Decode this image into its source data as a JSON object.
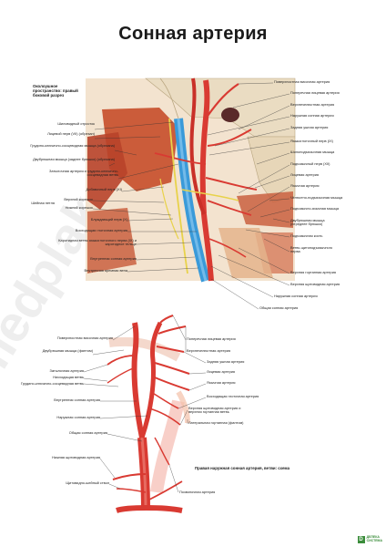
{
  "title": "Сонная артерия",
  "space_label": "Околоушное пространство: правый боковой разрез",
  "scheme_label": "Правая наружная сонная артерия, ветви: схема",
  "watermark": "medplakat.ru",
  "logo": {
    "mark": "D",
    "line1": "ДЕЛЕКА",
    "line2": "СИСТЕМА"
  },
  "colors": {
    "artery": "#d93a32",
    "vein": "#3a9ad9",
    "muscle": "#c8502e",
    "bone": "#eadcc2",
    "nerve": "#e8d24a"
  },
  "top_left_labels": [
    "Шиловидный отросток",
    "Лицевой нерв (VII) (обрезан)",
    "Грудино-ключично-сосцевидная мышца (обрезана)",
    "Двубрюшная мышца (заднее брюшко) (обрезана)",
    "Затылочная артерия и грудино-ключично-сосцевидная ветвь",
    "Добавочный нерв (XI)",
    "Верхний корешок",
    "Нижний корешок",
    "Блуждающий нерв (X)",
    "Восходящая глоточная артерия",
    "Каротидная ветвь языкоглоточного нерва (IX) и каротидное тельце",
    "Внутренняя сонная артерия",
    "Внутренняя яремная вена"
  ],
  "ansa_label": "Шейная петля",
  "top_right_labels": [
    "Поверхностная височная артерия",
    "Поперечная лицевая артерия",
    "Верхнечелюстная артерия",
    "Наружная сонная артерия",
    "Задняя ушная артерия",
    "Языкоглоточный нерв (IX)",
    "Шилоподъязычная мышца",
    "Подъязычный нерв (XII)",
    "Лицевая артерия",
    "Язычная артерия",
    "Челюстно-подъязычная мышца",
    "Подъязычно-язычная мышца",
    "Двубрюшная мышца (переднее брюшко)",
    "Подъязычная кость",
    "Ветвь щитоподъязычного нерва",
    "Верхняя гортанная артерия",
    "Верхняя щитовидная артерия",
    "Наружная сонная артерия",
    "Общая сонная артерия"
  ],
  "bottom_left_labels": [
    "Поверхностная височная артерия",
    "Двубрюшная мышца (фантом)",
    "Затылочная артерия",
    "Нисходящая ветвь",
    "Грудино-ключично-сосцевидная ветвь",
    "Внутренняя сонная артерия",
    "Наружная сонная артерия",
    "Общая сонная артерия",
    "Нижняя щитовидная артерия",
    "Щитовидно-шейный ствол"
  ],
  "bottom_right_labels": [
    "Поперечная лицевая артерия",
    "Верхнечелюстная артерия",
    "Задняя ушная артерия",
    "Лицевая артерия",
    "Язычная артерия",
    "Восходящая глоточная артерия",
    "Верхняя щитовидная артерия и верхняя гортанная ветвь",
    "Латеральная гортанная (фантом)",
    "Позвоночная артерия"
  ]
}
